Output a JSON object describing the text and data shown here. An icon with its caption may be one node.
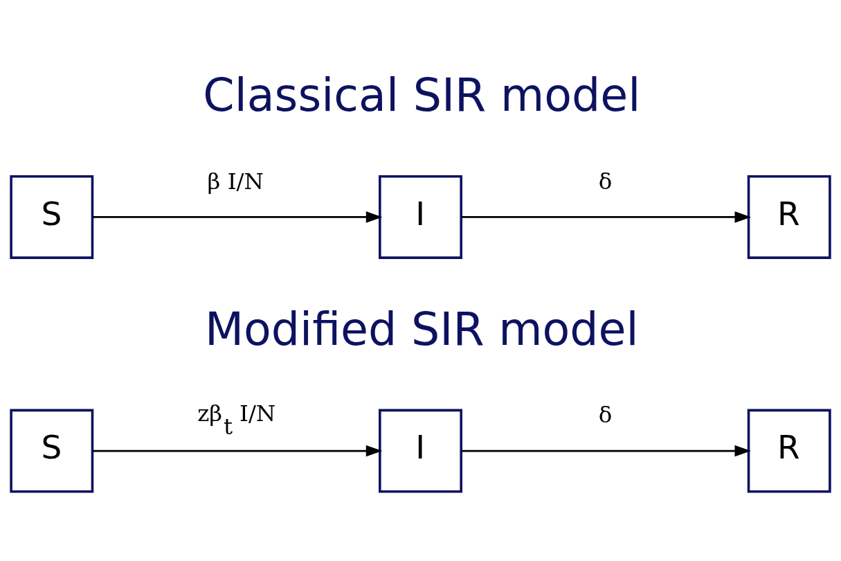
{
  "diagram": {
    "nodes": [
      {
        "text": [
          "S"
        ]
      },
      {
        "text": [
          "I"
        ]
      },
      {
        "text": [
          "R"
        ]
      },
      {
        "text": [
          "S"
        ]
      },
      {
        "text": [
          "I"
        ]
      },
      {
        "text": [
          "R"
        ]
      }
    ],
    "edges": [
      {
        "from": 0,
        "to": 1,
        "arrow": "to",
        "label": "β I/N"
      },
      {
        "from": 1,
        "to": 2,
        "arrow": "to",
        "label": "δ"
      },
      {
        "from": 3,
        "to": 4,
        "arrow": "to",
        "label": "zβ$_{t}$ I/N"
      },
      {
        "from": 4,
        "to": 5,
        "arrow": "to",
        "label": "δ"
      }
    ],
    "labels": [
      "Classical SIR model",
      "Modified SIR model"
    ]
  }
}
